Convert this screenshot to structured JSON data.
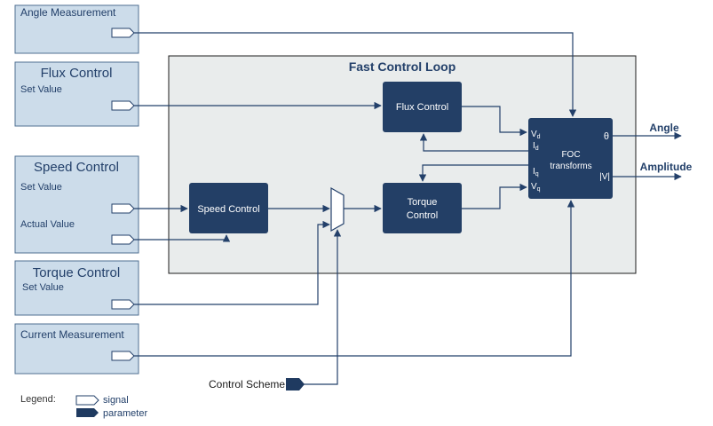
{
  "inputs": {
    "angle_measurement": "Angle Measurement",
    "flux_control": "Flux Control",
    "flux_set_value": "Set Value",
    "speed_control": "Speed Control",
    "speed_set_value": "Set Value",
    "speed_actual_value": "Actual Value",
    "torque_control": "Torque Control",
    "torque_set_value": "Set Value",
    "current_measurement": "Current Measurement"
  },
  "loop": {
    "title": "Fast Control Loop",
    "flux_block": "Flux Control",
    "speed_block": "Speed Control",
    "torque_block_line1": "Torque",
    "torque_block_line2": "Control",
    "foc_line1": "FOC",
    "foc_line2": "transforms",
    "foc_port_vd": "V",
    "foc_port_vd_sub": "d",
    "foc_port_id": "I",
    "foc_port_id_sub": "d",
    "foc_port_iq": "I",
    "foc_port_iq_sub": "q",
    "foc_port_vq": "V",
    "foc_port_vq_sub": "q",
    "foc_port_theta": "θ",
    "foc_port_v": "|V|"
  },
  "outputs": {
    "angle": "Angle",
    "amplitude": "Amplitude"
  },
  "control_scheme": "Control Scheme",
  "legend": {
    "title": "Legend:",
    "signal": "signal",
    "parameter": "parameter"
  },
  "colors": {
    "input_box_fill": "#ccdcea",
    "block_fill": "#233f66",
    "loop_fill": "#e9ecec",
    "wire": "#23406a"
  }
}
